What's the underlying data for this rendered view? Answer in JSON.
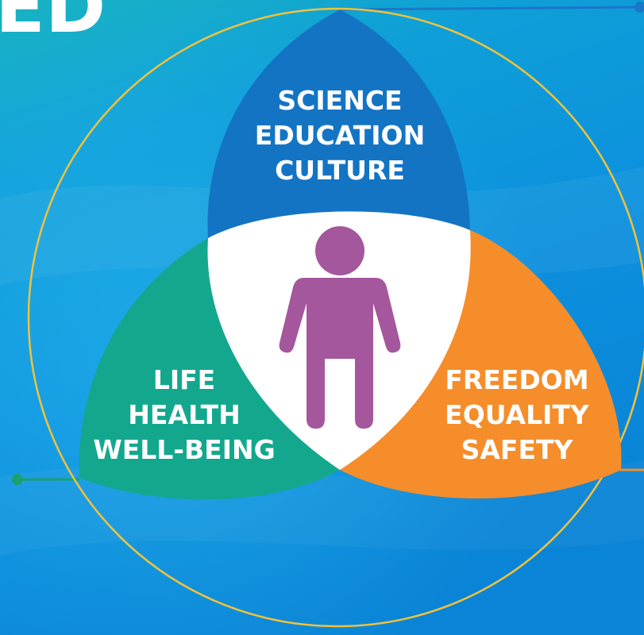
{
  "title_fragment": "ED",
  "colors": {
    "background_top": "#14b0c4",
    "background_bottom": "#0a86d8",
    "petal_top": "#1474c4",
    "petal_left": "#13a88e",
    "petal_right": "#f58d2a",
    "center": "#ffffff",
    "figure": "#a4579c",
    "circle_outline": "#f0c23a",
    "connector_line": "#1aa06e",
    "label": "#ffffff"
  },
  "petals": {
    "top": {
      "line1": "SCIENCE",
      "line2": "EDUCATION",
      "line3": "CULTURE"
    },
    "left": {
      "line1": "LIFE",
      "line2": "HEALTH",
      "line3": "WELL-BEING"
    },
    "right": {
      "line1": "FREEDOM",
      "line2": "EQUALITY",
      "line3": "SAFETY"
    }
  },
  "center_icon": "person-icon"
}
